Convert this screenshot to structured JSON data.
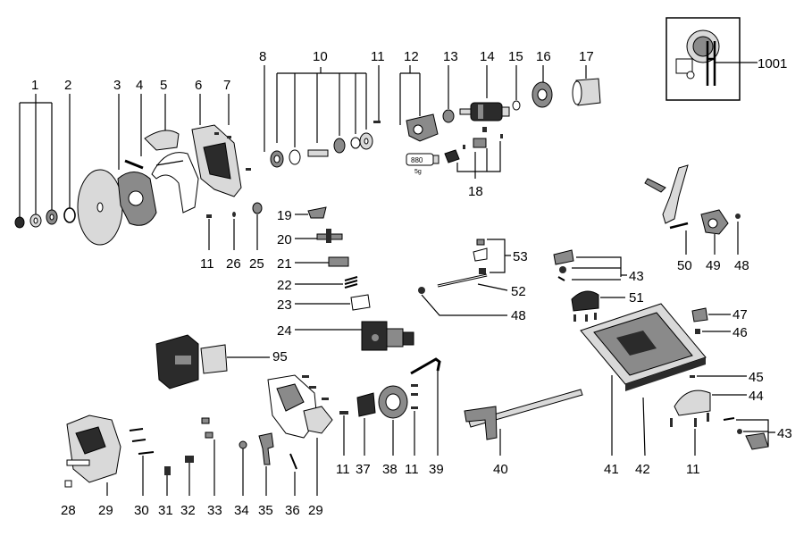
{
  "labels": {
    "p1": "1",
    "p2": "2",
    "p3": "3",
    "p4": "4",
    "p5": "5",
    "p6": "6",
    "p7": "7",
    "p8": "8",
    "p10": "10",
    "p11": "11",
    "p12": "12",
    "p13": "13",
    "p14": "14",
    "p15": "15",
    "p16": "16",
    "p17": "17",
    "p18": "18",
    "p19": "19",
    "p20": "20",
    "p21": "21",
    "p22": "22",
    "p23": "23",
    "p24": "24",
    "p25": "25",
    "p26": "26",
    "p28": "28",
    "p29": "29",
    "p30": "30",
    "p31": "31",
    "p32": "32",
    "p33": "33",
    "p34": "34",
    "p35": "35",
    "p36": "36",
    "p37": "37",
    "p38": "38",
    "p39": "39",
    "p40": "40",
    "p41": "41",
    "p42": "42",
    "p43": "43",
    "p44": "44",
    "p45": "45",
    "p46": "46",
    "p47": "47",
    "p48": "48",
    "p49": "49",
    "p50": "50",
    "p51": "51",
    "p52": "52",
    "p53": "53",
    "p95": "95",
    "p1001": "1001"
  },
  "grease_tube": {
    "text": "880",
    "amount": "5g"
  }
}
